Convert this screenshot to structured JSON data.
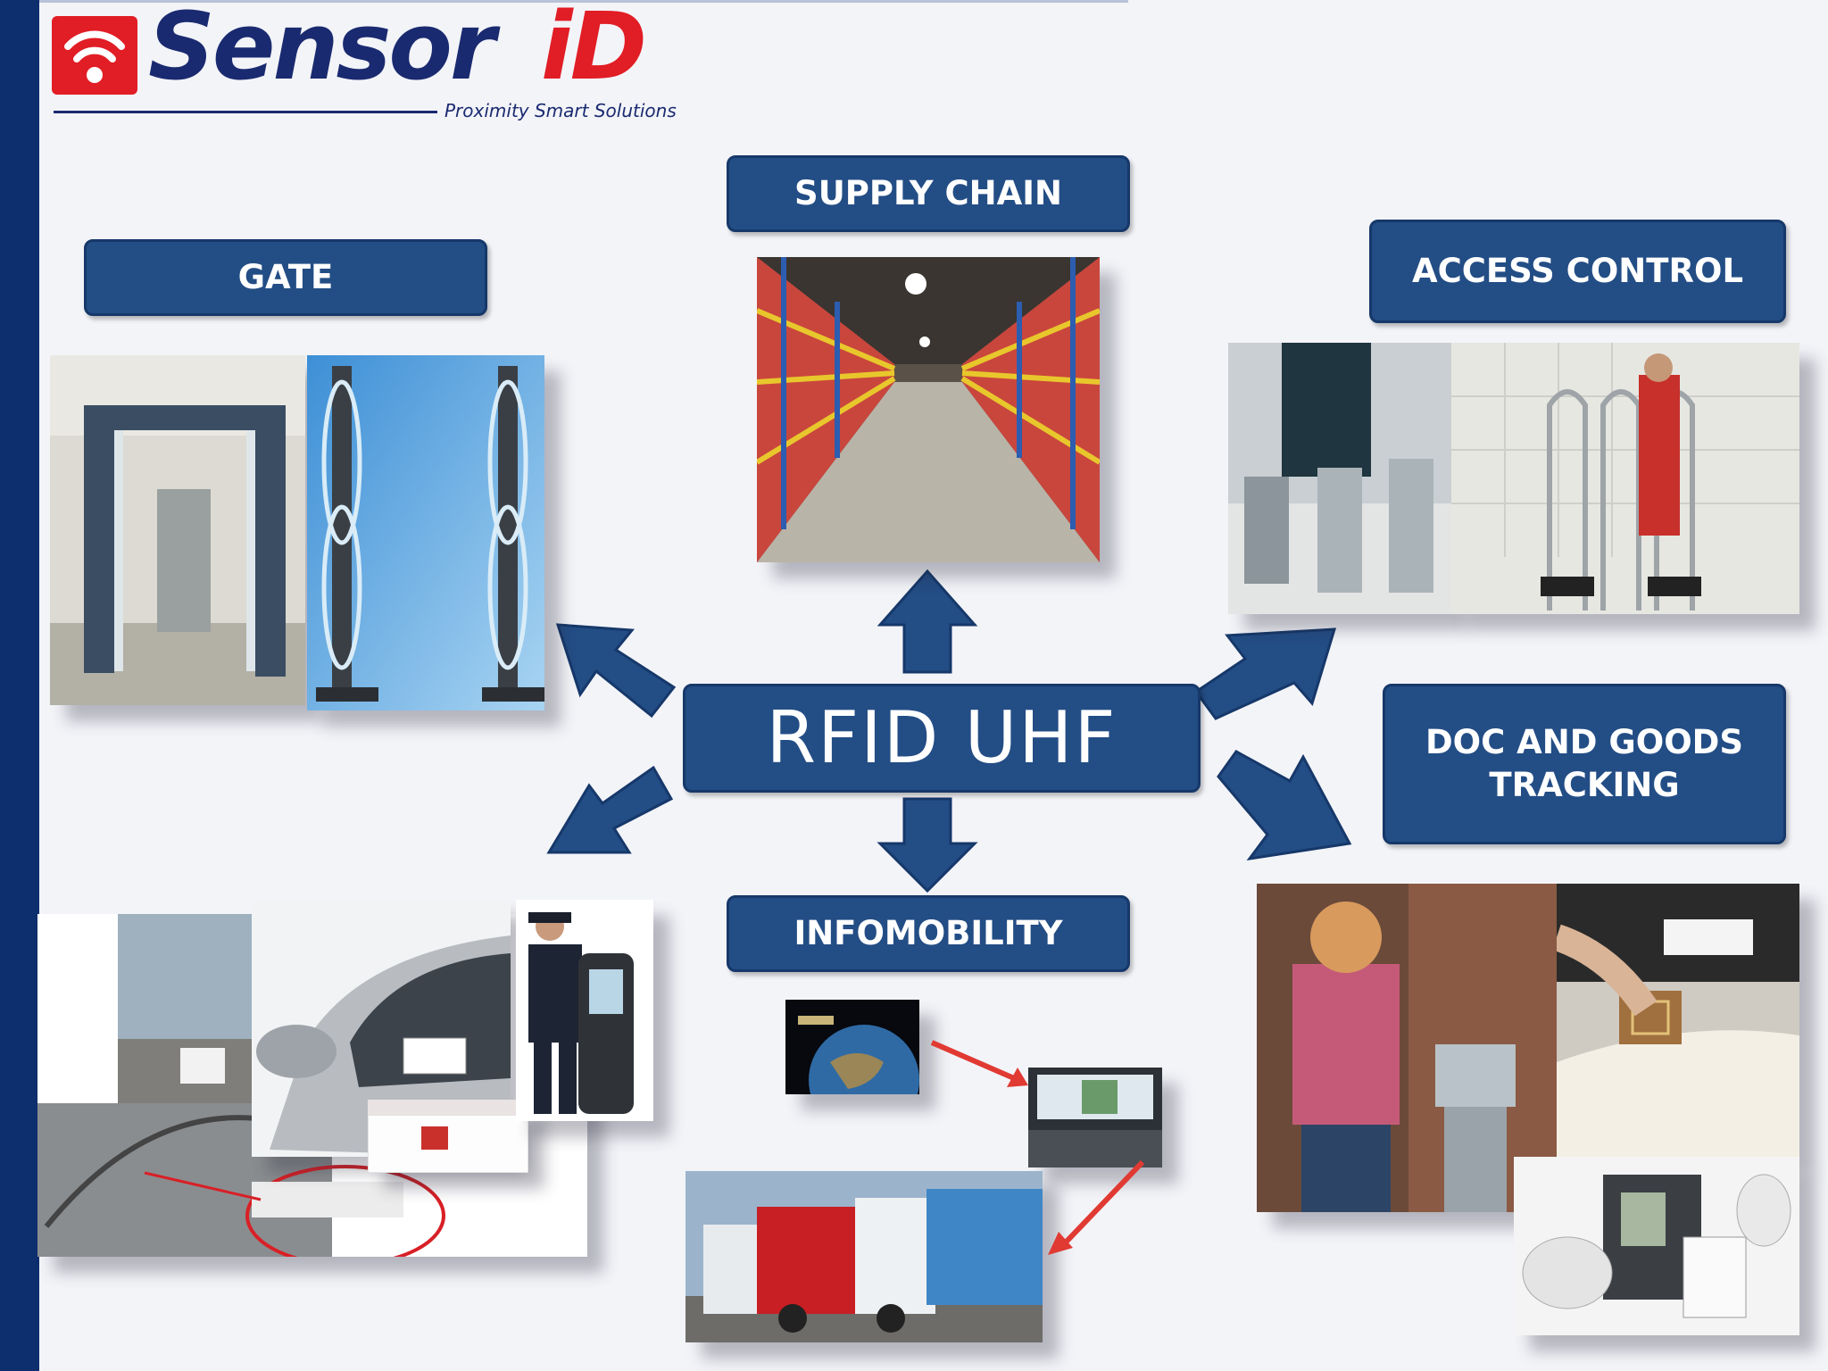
{
  "logo": {
    "brand_main": "Sensor",
    "brand_accent": "iD",
    "tagline": "Proximity Smart Solutions"
  },
  "center": {
    "label": "RFID UHF"
  },
  "categories": {
    "gate": "GATE",
    "supply_chain": "SUPPLY CHAIN",
    "access_control": "ACCESS CONTROL",
    "doc_tracking_line1": "DOC AND GOODS",
    "doc_tracking_line2": "TRACKING",
    "infomobility": "INFOMOBILITY"
  },
  "colors": {
    "box_fill": "#234d85",
    "arrow_fill": "#234d85",
    "brand_red": "#e11d25",
    "brand_navy": "#1a2a70"
  }
}
